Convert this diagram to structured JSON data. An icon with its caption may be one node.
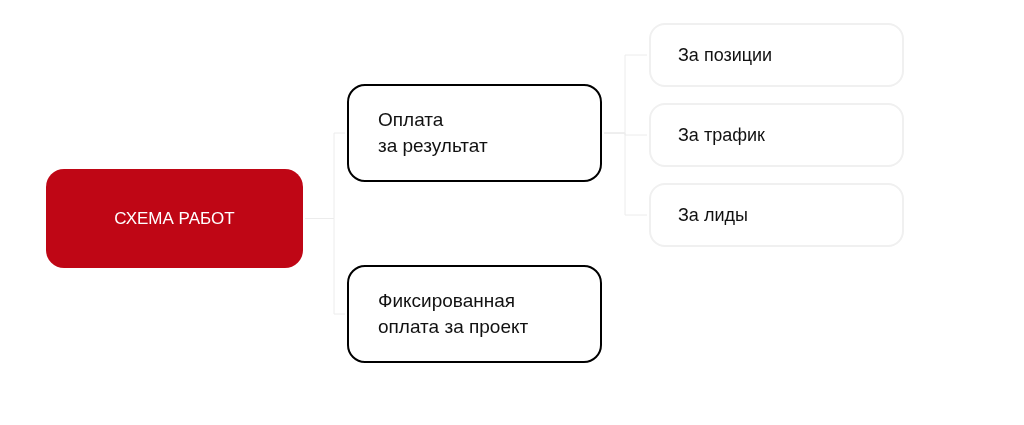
{
  "diagram": {
    "nodes": [
      {
        "text": [
          "СХЕМА РАБОТ"
        ]
      },
      {
        "text": [
          "Оплата за результат"
        ]
      },
      {
        "text": [
          "Фиксированная оплата за проект"
        ]
      },
      {
        "text": [
          "За позиции"
        ]
      },
      {
        "text": [
          "За трафик"
        ]
      },
      {
        "text": [
          "За лиды"
        ]
      }
    ],
    "edges": [
      {
        "from": 0,
        "to": 1,
        "arrow": "none"
      },
      {
        "from": 0,
        "to": 2,
        "arrow": "none"
      },
      {
        "from": 1,
        "to": 3,
        "arrow": "none"
      },
      {
        "from": 1,
        "to": 4,
        "arrow": "none"
      },
      {
        "from": 1,
        "to": 5,
        "arrow": "none"
      }
    ]
  }
}
